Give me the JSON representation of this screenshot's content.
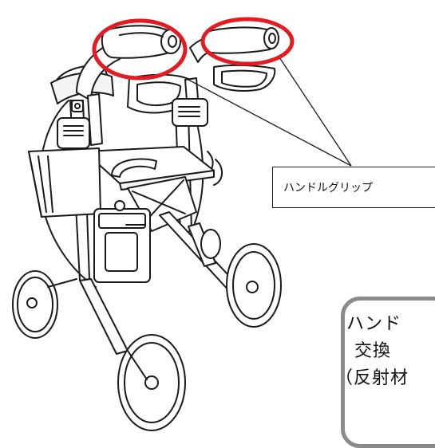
{
  "callout": {
    "label": "ハンドルグリップ"
  },
  "note": {
    "lines": [
      "ハンド",
      "交換",
      "（反射材"
    ]
  },
  "colors": {
    "highlight_ring": "#e31b23",
    "line_art": "#1a1a1a",
    "note_border": "#8a8a8a"
  }
}
